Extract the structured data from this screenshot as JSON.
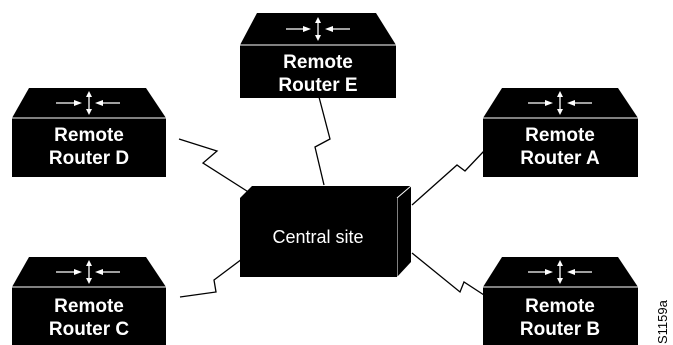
{
  "diagram": {
    "central": {
      "label": "Central site"
    },
    "routers": {
      "a": {
        "line1": "Remote",
        "line2": "Router A"
      },
      "b": {
        "line1": "Remote",
        "line2": "Router B"
      },
      "c": {
        "line1": "Remote",
        "line2": "Router C"
      },
      "d": {
        "line1": "Remote",
        "line2": "Router D"
      },
      "e": {
        "line1": "Remote",
        "line2": "Router E"
      }
    },
    "figure_id": "S1159a"
  },
  "colors": {
    "device_fill": "#000000",
    "device_text": "#ffffff",
    "background": "#ffffff"
  }
}
